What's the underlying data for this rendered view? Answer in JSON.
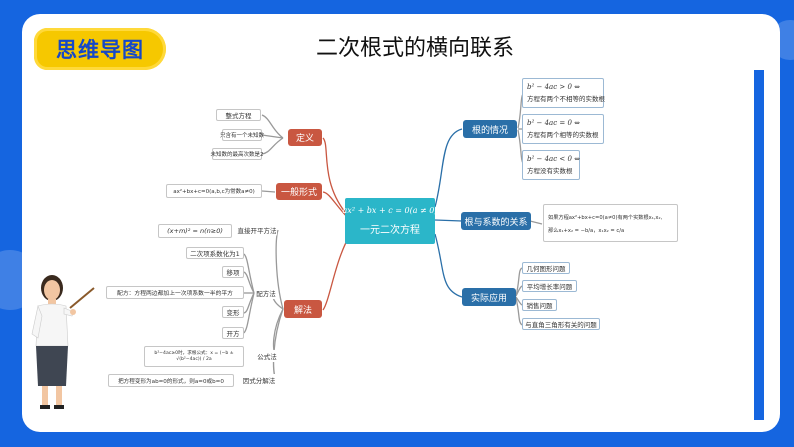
{
  "header": {
    "badge": "思维导图",
    "title": "二次根式的横向联系"
  },
  "center": {
    "equation": "ax² + bx + c = 0(a ≠ 0)",
    "label": "一元二次方程"
  },
  "definition": {
    "label": "定义",
    "items": [
      "整式方程",
      "只含有一个未知数",
      "未知数的最高次数是2"
    ]
  },
  "general_form": {
    "label": "一般形式",
    "item": "ax²+bx+c=0(a,b,c为常数a≠0)"
  },
  "solutions": {
    "label": "解法",
    "direct": {
      "label": "直接开平方法",
      "item": "(x+m)² = n(n≥0)"
    },
    "completing": {
      "label": "配方法",
      "items": [
        "二次项系数化为1",
        "移项",
        "配方：方程两边都加上一次项系数一半的平方",
        "变形",
        "开方"
      ]
    },
    "formula": {
      "label": "公式法",
      "item": "b²−4ac≥0时，求根公式：x = (−b ± √(b²−4ac)) / 2a"
    },
    "factor": {
      "label": "因式分解法",
      "item": "把方程变形为ab=0的形式，则a=0或b=0"
    }
  },
  "roots": {
    "label": "根的情况",
    "items": [
      {
        "math": "b² − 4ac > 0 ⇔",
        "text": "方程有两个不相等的实数根"
      },
      {
        "math": "b² − 4ac = 0 ⇔",
        "text": "方程有两个相等的实数根"
      },
      {
        "math": "b² − 4ac < 0 ⇔",
        "text": "方程没有实数根"
      }
    ]
  },
  "vieta": {
    "label": "根与系数的关系",
    "line1": "如果方程ax²+bx+c=0(a≠0)有两个实数根x₁,x₂,",
    "line2": "那么x₁+x₂ = −b/a，x₁x₂ = c/a"
  },
  "applications": {
    "label": "实际应用",
    "items": [
      "几何图形问题",
      "平均增长率问题",
      "销售问题",
      "与直角三角形有关的问题"
    ]
  },
  "colors": {
    "frame": "#1565e0",
    "badge": "#f6c800",
    "center": "#2bb6c9",
    "left_branch": "#c95741",
    "right_branch": "#2a6fa8"
  }
}
